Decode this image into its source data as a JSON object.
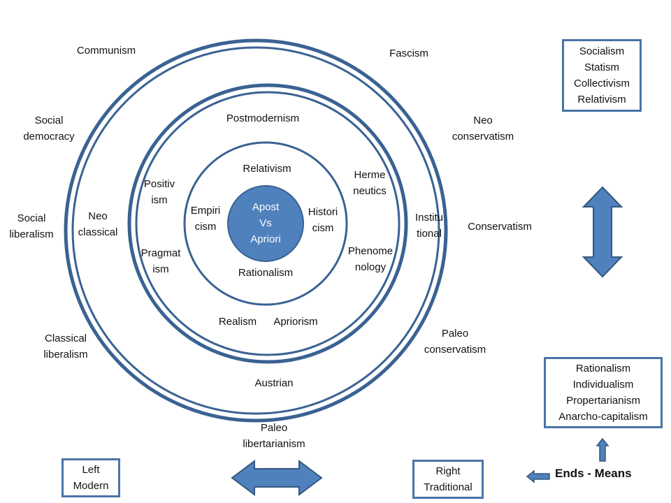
{
  "colors": {
    "ring": "#3a6293",
    "accent": "#4f81bd",
    "arrow_border": "#34577f",
    "text": "#111111",
    "core_text": "#ffffff"
  },
  "core": {
    "text": "Apost\nVs\nApriori"
  },
  "inner_ring": {
    "top": "Relativism",
    "bottom": "Rationalism",
    "left": "Empiri\ncism",
    "right": "Histori\ncism"
  },
  "middle_ring": {
    "top": "Postmodernism",
    "left_upper": "Positiv\nism",
    "left_lower": "Pragmat\nism",
    "right_upper": "Herme\nneutics",
    "right_lower": "Phenome\nnology",
    "bottom_left": "Realism",
    "bottom_right": "Apriorism"
  },
  "outer_ring": {
    "left": "Neo\nclassical",
    "right": "Institu\ntional",
    "bottom": "Austrian"
  },
  "outside": {
    "communism": "Communism",
    "fascism": "Fascism",
    "social_democracy": "Social\ndemocracy",
    "neo_conservatism": "Neo\nconservatism",
    "social_liberalism": "Social\nliberalism",
    "conservatism": "Conservatism",
    "classical_liberalism": "Classical\nliberalism",
    "paleo_conservatism": "Paleo\nconservatism",
    "paleo_libertarianism": "Paleo\nlibertarianism"
  },
  "boxes": {
    "top_right": "Socialism\nStatism\nCollectivism\nRelativism",
    "bottom_right": "Rationalism\nIndividualism\nPropertarianism\nAnarcho-capitalism",
    "left": "Left\nModern",
    "right": "Right\nTraditional"
  },
  "legend": {
    "text": "Ends  - Means"
  },
  "arrows": {
    "vertical": "double-headed-up-down-arrow",
    "horizontal": "double-headed-left-right-arrow",
    "small_up": "up-arrow",
    "small_left": "left-arrow"
  }
}
